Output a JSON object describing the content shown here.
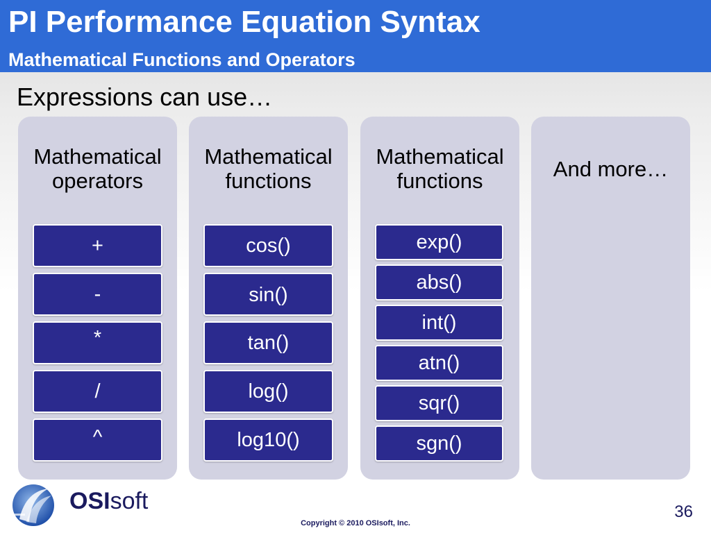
{
  "header": {
    "title": "PI Performance Equation Syntax",
    "subtitle": "Mathematical Functions and Operators"
  },
  "intro": "Expressions can use…",
  "columns": [
    {
      "heading_line1": "Mathematical",
      "heading_line2": "operators",
      "items": [
        "+",
        "-",
        "*",
        "/",
        "^"
      ]
    },
    {
      "heading_line1": "Mathematical",
      "heading_line2": "functions",
      "items": [
        "cos()",
        "sin()",
        "tan()",
        "log()",
        "log10()"
      ]
    },
    {
      "heading_line1": "Mathematical",
      "heading_line2": "functions",
      "items": [
        "exp()",
        "abs()",
        "int()",
        "atn()",
        "sqr()",
        "sgn()"
      ]
    },
    {
      "heading_line1": "And more…"
    }
  ],
  "footer": {
    "logo_text_bold": "OSI",
    "logo_text_light": "soft",
    "copyright": "Copyright © 2010 OSIsoft, Inc.",
    "page_number": "36"
  },
  "colors": {
    "header_bg": "#2f6bd6",
    "item_bg": "#2b2a8e",
    "column_bg": "#d2d2e2"
  }
}
